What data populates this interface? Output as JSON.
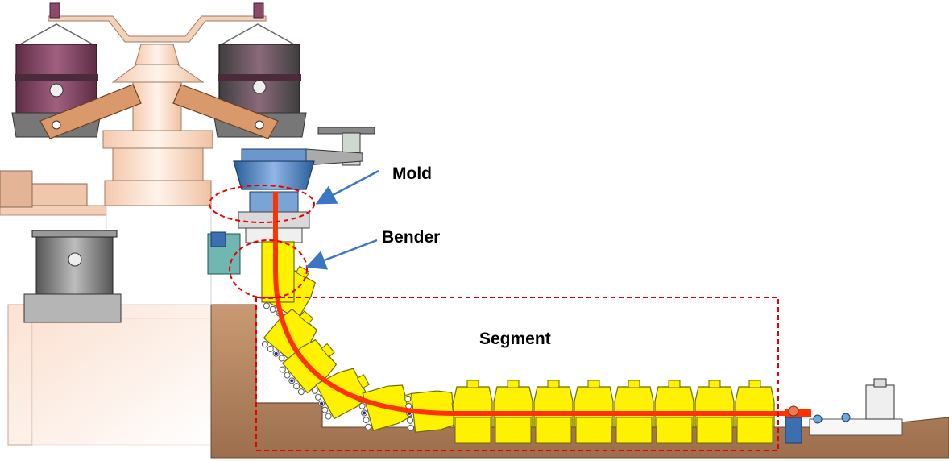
{
  "labels": {
    "mold": "Mold",
    "bender": "Bender",
    "segment": "Segment"
  },
  "colors": {
    "ladle_body": "#8b4a6a",
    "turret_arm": "#d9996a",
    "base_structure": "#f6d9c8",
    "floor": "#b98a66",
    "mold": "#4a7fb8",
    "segment_fill": "#fff200",
    "segment_stroke": "#6b6b00",
    "strand": "#ff3300",
    "marker": "#e60000",
    "arrow": "#3a76c4",
    "roller_bearing": "#1a2a8a"
  },
  "segments": {
    "curved_count": 6,
    "horizontal_count": 8
  }
}
